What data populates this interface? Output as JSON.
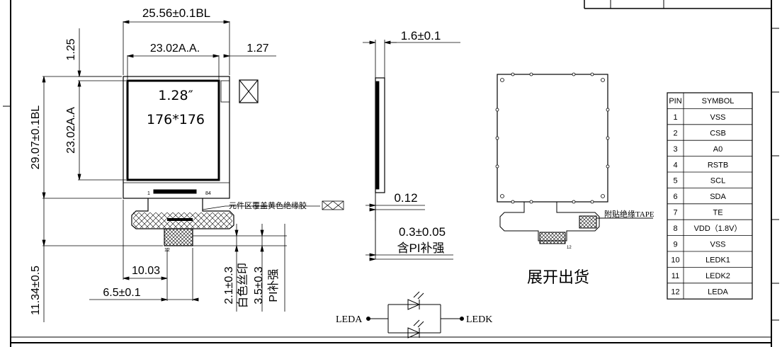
{
  "dimensions": {
    "overall_width": "25.56±0.1BL",
    "aa_width": "23.02A.A.",
    "top_margin": "1.25",
    "right_margin": "1.27",
    "overall_height": "29.07±0.1BL",
    "aa_height": "23.02A.A",
    "fpc_length": "11.34±0.5",
    "fpc_offset": "10.03",
    "fpc_position": "6.5±0.1",
    "silkscreen_dim": "2.1±0.3",
    "stiffener_dim": "3.5±0.3"
  },
  "display": {
    "size": "1.28″",
    "resolution": "176*176",
    "pin_first": "1",
    "pin_last": "84"
  },
  "side_view": {
    "thickness": "1.6±0.1",
    "fpc_thickness": "0.12",
    "stiffener_thickness": "0.3±0.05",
    "stiffener_note": "含PI补强"
  },
  "notes": {
    "silkscreen_label": "白色丝印",
    "stiffener_label": "PI补强",
    "component_cover": "元件区覆盖黄色绝缘胶",
    "tape_label": "附贴绝缘TAPE",
    "unfolded_label": "展开出货",
    "fpc_pin_first": "12",
    "fpc_pin_last": "12"
  },
  "backlight": {
    "anode": "LEDA",
    "cathode": "LEDK"
  },
  "pin_table": {
    "header_pin": "PIN",
    "header_symbol": "SYMBOL",
    "rows": [
      {
        "pin": "1",
        "symbol": "VSS"
      },
      {
        "pin": "2",
        "symbol": "CSB"
      },
      {
        "pin": "3",
        "symbol": "A0"
      },
      {
        "pin": "4",
        "symbol": "RSTB"
      },
      {
        "pin": "5",
        "symbol": "SCL"
      },
      {
        "pin": "6",
        "symbol": "SDA"
      },
      {
        "pin": "7",
        "symbol": "TE"
      },
      {
        "pin": "8",
        "symbol": "VDD（1.8V）"
      },
      {
        "pin": "9",
        "symbol": "VSS"
      },
      {
        "pin": "10",
        "symbol": "LEDK1"
      },
      {
        "pin": "11",
        "symbol": "LEDK2"
      },
      {
        "pin": "12",
        "symbol": "LEDA"
      }
    ]
  }
}
